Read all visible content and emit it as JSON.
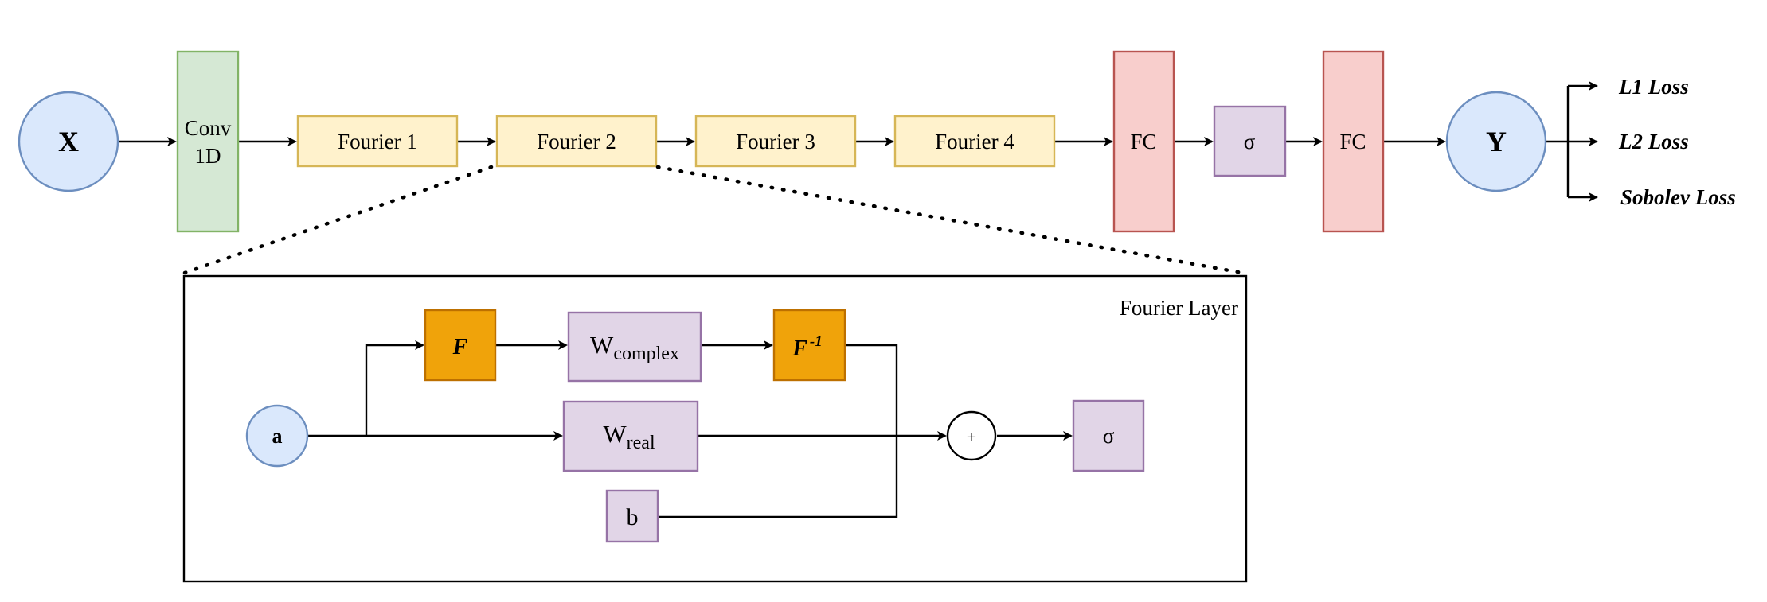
{
  "colors": {
    "input_fill": "#dae8fc",
    "input_stroke": "#6c8ebf",
    "conv_fill": "#d5e8d4",
    "conv_stroke": "#82b366",
    "fourier_fill": "#fff2cc",
    "fourier_stroke": "#d6b656",
    "fc_fill": "#f8cecc",
    "fc_stroke": "#b85450",
    "act_fill": "#e1d5e7",
    "act_stroke": "#9673a6",
    "fft_fill": "#f0a30a",
    "fft_stroke": "#bd7000"
  },
  "top_row": {
    "input": "X",
    "conv_line1": "Conv",
    "conv_line2": "1D",
    "fourier_1": "Fourier 1",
    "fourier_2": "Fourier 2",
    "fourier_3": "Fourier 3",
    "fourier_4": "Fourier 4",
    "fc_1": "FC",
    "activation": "σ",
    "fc_2": "FC",
    "output": "Y"
  },
  "losses": [
    "L1 Loss",
    "L2 Loss",
    "Sobolev Loss"
  ],
  "fourier_layer": {
    "title": "Fourier Layer",
    "input": "a",
    "fft": "F",
    "w_complex_main": "W",
    "w_complex_sub": "complex",
    "ifft_main": "F",
    "ifft_sup": "-1",
    "w_real_main": "W",
    "w_real_sub": "real",
    "bias": "b",
    "sum": "+",
    "activation": "σ"
  }
}
